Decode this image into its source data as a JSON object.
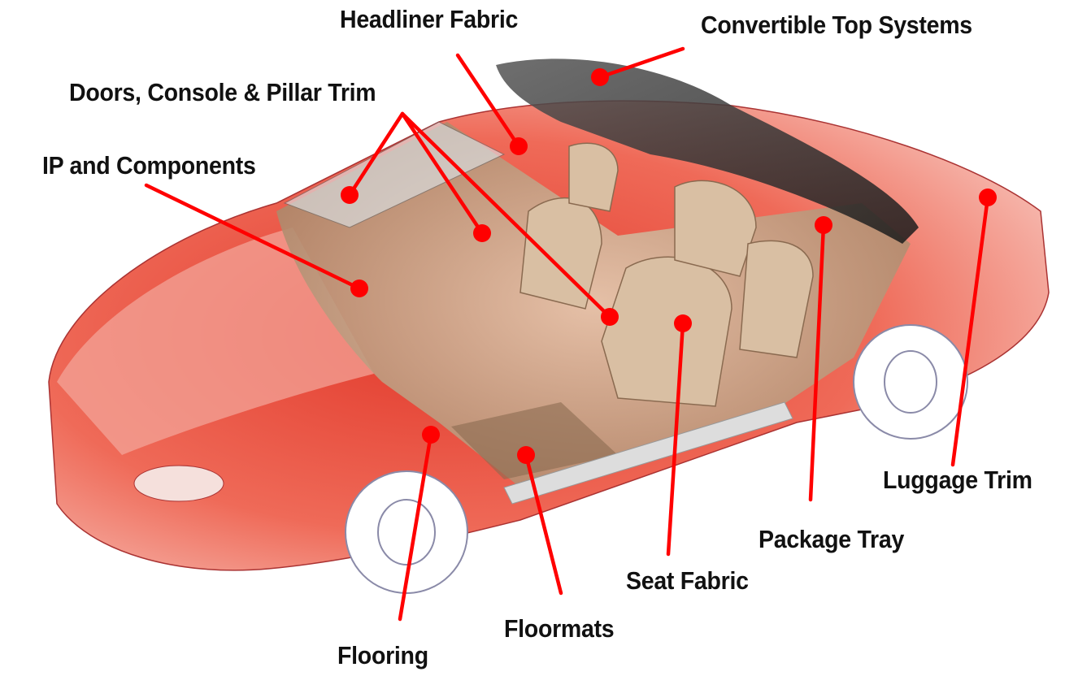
{
  "labels": {
    "headliner": "Headliner Fabric",
    "convertible": "Convertible Top Systems",
    "doors": "Doors, Console & Pillar Trim",
    "ip": "IP and Components",
    "luggage": "Luggage Trim",
    "package": "Package Tray",
    "seat": "Seat Fabric",
    "floormats": "Floormats",
    "flooring": "Flooring"
  },
  "colors": {
    "callout": "#ff0000",
    "body": "#e8352a",
    "interior": "#c9a98a"
  }
}
